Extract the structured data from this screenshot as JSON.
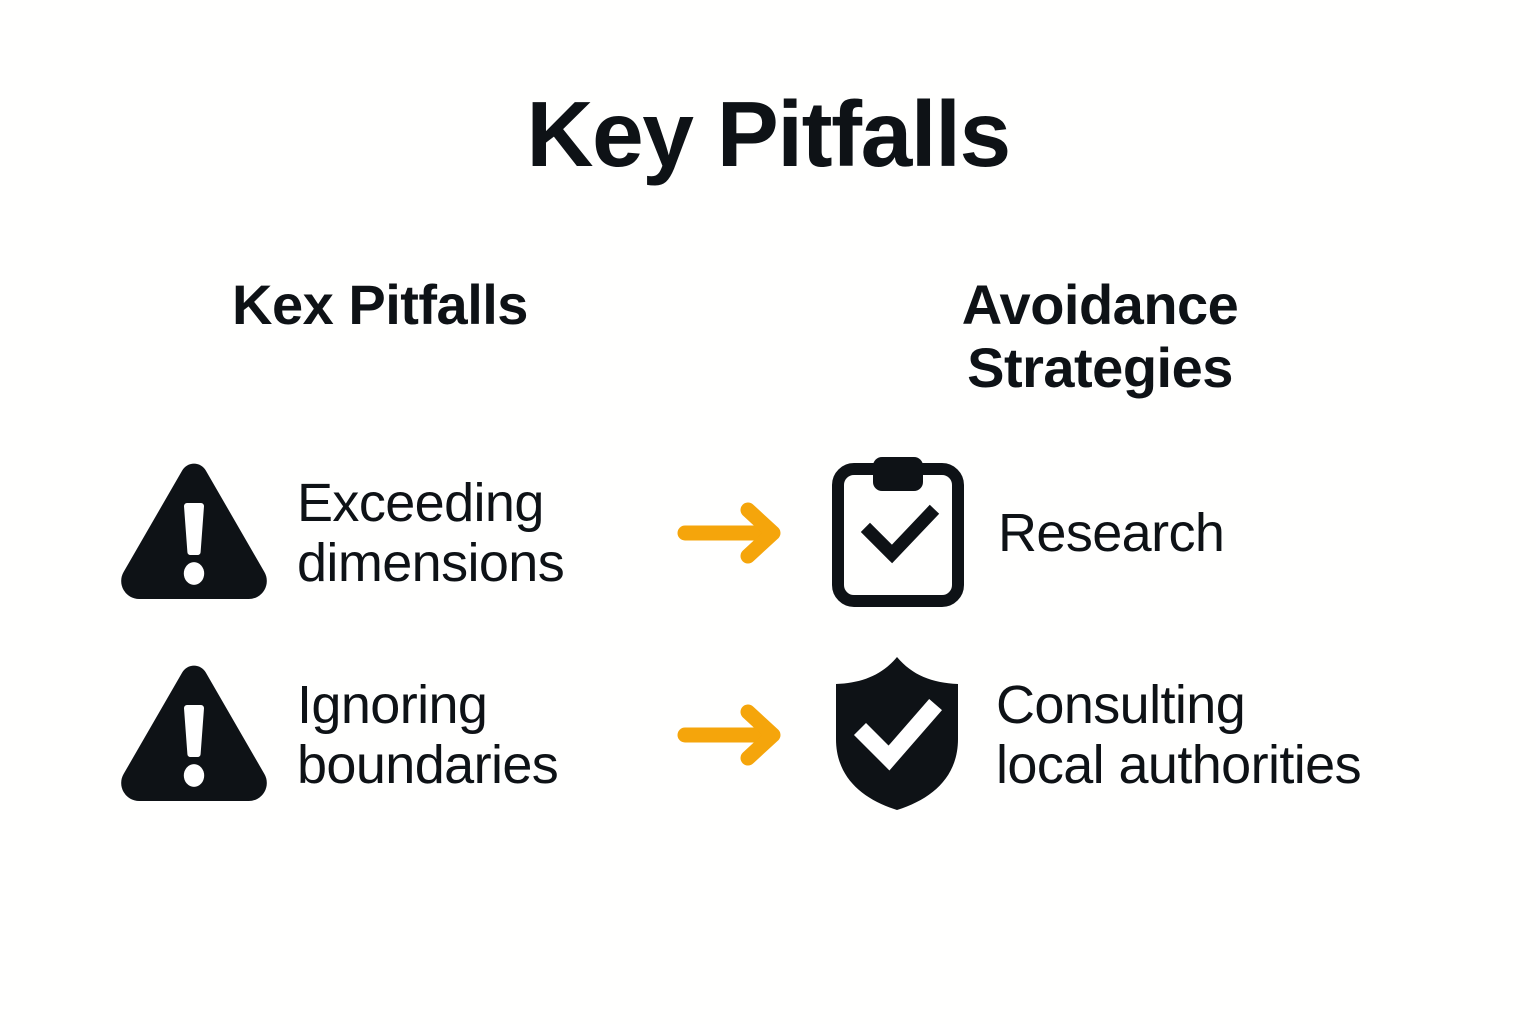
{
  "title": "Key Pitfalls",
  "columns": {
    "left_header": "Kex Pitfalls",
    "right_header": "Avoidance\nStrategies"
  },
  "rows": [
    {
      "pitfall_icon": "warning-triangle-icon",
      "pitfall_text": "Exceeding\ndimensions",
      "arrow_icon": "arrow-right-icon",
      "solution_icon": "clipboard-check-icon",
      "solution_text": "Research"
    },
    {
      "pitfall_icon": "warning-triangle-icon",
      "pitfall_text": "Ignoring\nboundaries",
      "arrow_icon": "arrow-right-icon",
      "solution_icon": "shield-check-icon",
      "solution_text": "Consulting\nlocal authorities"
    }
  ],
  "colors": {
    "text": "#0e1216",
    "icon": "#0e1216",
    "arrow": "#f5a50b",
    "background": "#fffffe"
  }
}
